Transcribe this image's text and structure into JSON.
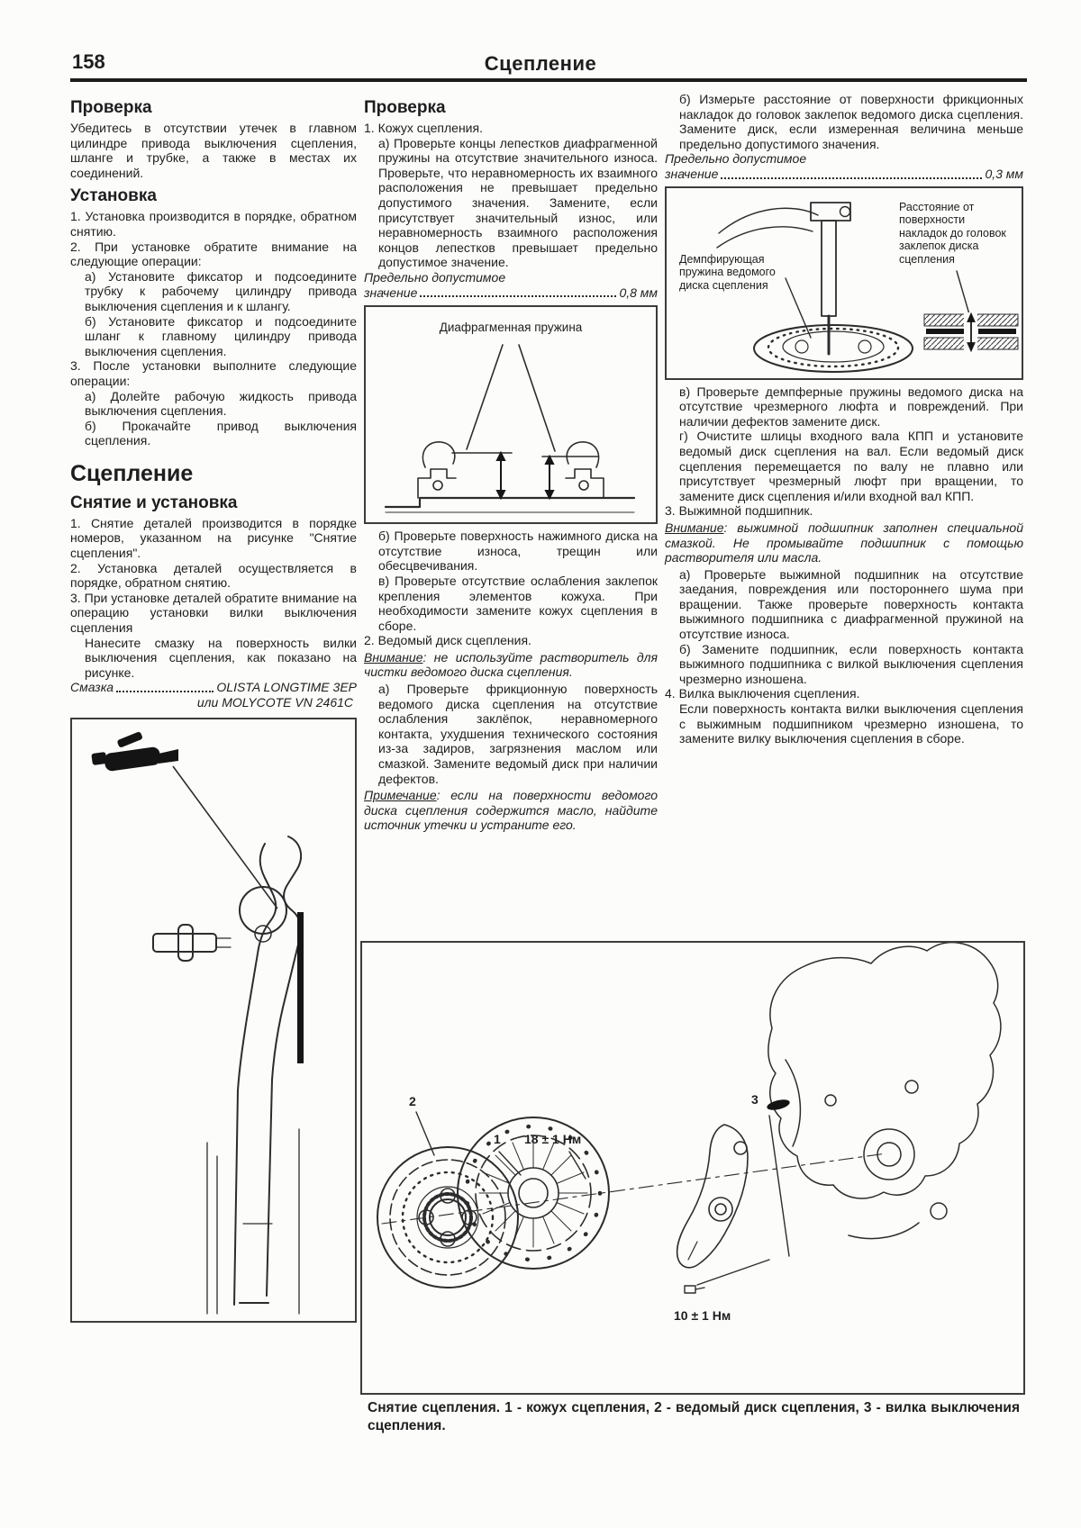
{
  "page": {
    "number": "158",
    "title": "Сцепление"
  },
  "left": {
    "blocks": [
      {
        "t": "h2",
        "x": "Проверка"
      },
      {
        "t": "p",
        "x": "Убедитесь в отсутствии утечек в главном цилиндре привода выключения сцепления, шланге и трубке, а также в местах их соединений."
      },
      {
        "t": "h2",
        "x": "Установка"
      },
      {
        "t": "p",
        "x": "1. Установка производится в порядке, обратном снятию."
      },
      {
        "t": "p",
        "x": "2. При установке обратите внимание на следующие операции:"
      },
      {
        "t": "p",
        "ind": 1,
        "x": "а) Установите фиксатор и подсоедините трубку к рабочему цилиндру привода выключения сцепления и к шлангу."
      },
      {
        "t": "p",
        "ind": 1,
        "x": "б) Установите фиксатор и подсоедините шланг к главному цилиндру привода выключения сцепления."
      },
      {
        "t": "p",
        "x": "3. После установки выполните следующие операции:"
      },
      {
        "t": "p",
        "ind": 1,
        "x": "а) Долейте рабочую жидкость привода выключения сцепления."
      },
      {
        "t": "p",
        "ind": 1,
        "x": "б) Прокачайте привод выключения сцепления."
      },
      {
        "t": "h1",
        "x": "Сцепление"
      },
      {
        "t": "h2",
        "x": "Снятие и установка"
      },
      {
        "t": "p",
        "x": "1. Снятие деталей производится в порядке номеров, указанном на рисунке \"Снятие сцепления\"."
      },
      {
        "t": "p",
        "x": "2. Установка деталей осуществляется в порядке, обратном снятию."
      },
      {
        "t": "p",
        "x": "3. При установке деталей обратите внимание на операцию установки вилки выключения сцепления"
      },
      {
        "t": "p",
        "ind": 1,
        "x": "Нанесите смазку на поверхность вилки выключения сцепления, как показано на рисунке."
      },
      {
        "t": "spec",
        "l": "Смазка",
        "v": "OLISTA LONGTIME 3EP"
      },
      {
        "t": "ir",
        "x": "или MOLYCOTE VN 2461C"
      }
    ]
  },
  "middle": {
    "blocks1": [
      {
        "t": "h2",
        "x": "Проверка"
      },
      {
        "t": "p",
        "x": "1. Кожух сцепления."
      },
      {
        "t": "p",
        "ind": 1,
        "x": "а) Проверьте концы лепестков диафрагменной пружины на отсутствие значительного износа. Проверьте, что неравномерность их взаимного расположения не превышает предельно допустимого значения. Замените, если присутствует значительный износ, или неравномерность взаимного расположения концов лепестков превышает предельно допустимое значение."
      },
      {
        "t": "i",
        "x": "Предельно допустимое"
      },
      {
        "t": "spec",
        "l": "значение",
        "v": "0,8 мм"
      }
    ],
    "blocks2": [
      {
        "t": "p",
        "ind": 1,
        "x": "б) Проверьте поверхность нажимного диска на отсутствие износа, трещин или обесцвечивания."
      },
      {
        "t": "p",
        "ind": 1,
        "x": "в) Проверьте отсутствие ослабления заклепок крепления элементов кожуха. При необходимости замените кожух сцепления в сборе."
      },
      {
        "t": "p",
        "x": "2. Ведомый диск сцепления."
      },
      {
        "t": "note",
        "u": "Внимание",
        "x": ": не используйте растворитель для чистки ведомого диска сцепления."
      },
      {
        "t": "p",
        "ind": 1,
        "x": "а) Проверьте фрикционную поверхность ведомого диска сцепления на отсутствие ослабления заклёпок, неравномерного контакта, ухудшения технического состояния из-за задиров, загрязнения маслом или смазкой. Замените ведомый диск при наличии дефектов."
      },
      {
        "t": "note",
        "u": "Примечание",
        "x": ": если на поверхности ведомого диска сцепления содержится масло, найдите источник утечки и устраните его."
      }
    ]
  },
  "right": {
    "blocks1": [
      {
        "t": "p",
        "ind": 1,
        "x": "б) Измерьте расстояние от поверхности фрикционных накладок до головок заклепок ведомого диска сцепления. Замените диск, если измеренная величина меньше предельно допустимого значения."
      },
      {
        "t": "i",
        "x": "Предельно допустимое"
      },
      {
        "t": "spec",
        "l": "значение",
        "v": "0,3 мм"
      }
    ],
    "blocks2": [
      {
        "t": "p",
        "ind": 1,
        "x": "в) Проверьте демпферные пружины ведомого диска на отсутствие чрезмерного люфта и повреждений. При наличии дефектов замените диск."
      },
      {
        "t": "p",
        "ind": 1,
        "x": "г) Очистите шлицы входного вала КПП и установите ведомый диск сцепления на вал. Если ведомый диск сцепления перемещается по валу не плавно или присутствует чрезмерный люфт при вращении, то замените диск сцепления и/или входной вал КПП."
      },
      {
        "t": "p",
        "x": "3. Выжимной подшипник."
      },
      {
        "t": "note",
        "u": "Внимание",
        "x": ": выжимной подшипник заполнен специальной смазкой. Не промывайте подшипник с помощью растворителя или масла."
      },
      {
        "t": "p",
        "ind": 1,
        "x": "а) Проверьте выжимной подшипник на отсутствие заедания, повреждения или постороннего шума при вращении. Также проверьте поверхность контакта выжимного подшипника с диафрагменной пружиной на отсутствие износа."
      },
      {
        "t": "p",
        "ind": 1,
        "x": "б) Замените подшипник, если поверхность контакта выжимного подшипника с вилкой выключения сцепления чрезмерно изношена."
      },
      {
        "t": "p",
        "x": "4. Вилка выключения сцепления."
      },
      {
        "t": "p",
        "ind": 1,
        "x": "Если поверхность контакта вилки выключения сцепления с выжимным подшипником чрезмерно изношена, то замените вилку выключения сцепления в сборе."
      }
    ]
  },
  "figures": {
    "spring": {
      "label": "Диафрагменная пружина"
    },
    "rivet": {
      "label_left": "Демпфирующая пружина ведомого диска сцепления",
      "label_right": "Расстояние от поверхности накладок до головок заклепок диска сцепления"
    },
    "removal": {
      "n1": "1",
      "torque1": "18 ± 1 Нм",
      "n2": "2",
      "n3": "3",
      "torque2": "10 ± 1 Нм",
      "caption": "Снятие сцепления. 1 - кожух сцепления, 2 - ведомый диск сцепления, 3 - вилка выключения сцепления."
    }
  }
}
